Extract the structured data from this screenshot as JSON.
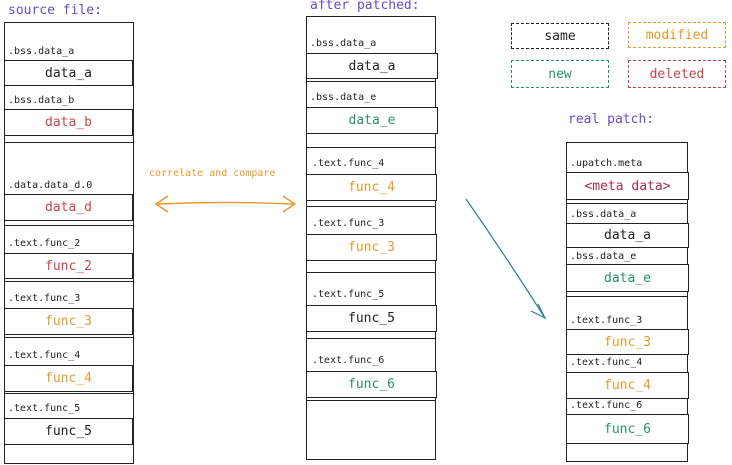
{
  "titles": {
    "source": "source file:",
    "patched": "after patched:",
    "real": "real patch:"
  },
  "legend": {
    "same": "same",
    "modified": "modified",
    "new": "new",
    "deleted": "deleted"
  },
  "correlate_label": "correlate and compare",
  "colors": {
    "same": "#222222",
    "modified": "#e39a2e",
    "new": "#2a9070",
    "deleted": "#c9444b",
    "meta": "#b02a50",
    "title": "#6a4bc9",
    "arrow_orange": "#e39a2e",
    "arrow_teal": "#2a7f95"
  },
  "source": [
    {
      "section": ".bss.data_a",
      "name": "data_a",
      "status": "same"
    },
    {
      "section": ".bss.data_b",
      "name": "data_b",
      "status": "deleted"
    },
    {
      "section": ".data.data_d.0",
      "name": "data_d",
      "status": "deleted"
    },
    {
      "section": ".text.func_2",
      "name": "func_2",
      "status": "deleted"
    },
    {
      "section": ".text.func_3",
      "name": "func_3",
      "status": "modified"
    },
    {
      "section": ".text.func_4",
      "name": "func_4",
      "status": "modified"
    },
    {
      "section": ".text.func_5",
      "name": "func_5",
      "status": "same"
    }
  ],
  "patched": [
    {
      "section": ".bss.data_a",
      "name": "data_a",
      "status": "same"
    },
    {
      "section": ".bss.data_e",
      "name": "data_e",
      "status": "new"
    },
    {
      "section": ".text.func_4",
      "name": "func_4",
      "status": "modified"
    },
    {
      "section": ".text.func_3",
      "name": "func_3",
      "status": "modified"
    },
    {
      "section": ".text.func_5",
      "name": "func_5",
      "status": "same"
    },
    {
      "section": ".text.func_6",
      "name": "func_6",
      "status": "new"
    }
  ],
  "real": [
    {
      "section": ".upatch.meta",
      "name": "<meta data>",
      "status": "meta"
    },
    {
      "section": ".bss.data_a",
      "name": "data_a",
      "status": "same"
    },
    {
      "section": ".bss.data_e",
      "name": "data_e",
      "status": "new"
    },
    {
      "section": ".text.func_3",
      "name": "func_3",
      "status": "modified"
    },
    {
      "section": ".text.func_4",
      "name": "func_4",
      "status": "modified"
    },
    {
      "section": ".text.func_6",
      "name": "func_6",
      "status": "new"
    }
  ]
}
